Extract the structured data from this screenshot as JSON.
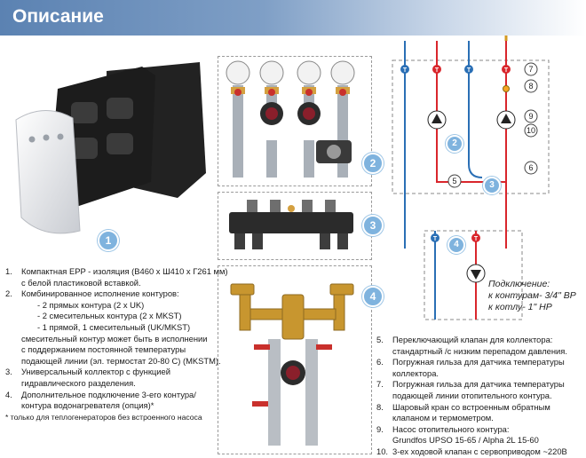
{
  "header": {
    "title": "Описание"
  },
  "badges": [
    "1",
    "2",
    "3",
    "4"
  ],
  "left_list": {
    "items": [
      {
        "num": "1.",
        "lines": [
          "Компактная EPP - изоляция (В460 х Ш410 х Г261 мм)",
          "с белой пластиковой вставкой."
        ]
      },
      {
        "num": "2.",
        "lines": [
          "Комбинированное исполнение контуров:"
        ],
        "sub": [
          "- 2 прямых контура (2 х UK)",
          "- 2 смесительных контура (2 х MKST)",
          "- 1 прямой, 1 смесительный (UK/MKST)"
        ],
        "cont": [
          "смесительный контур может быть в исполнении",
          "с поддержанием постоянной температуры",
          "подающей линии (эл. термостат 20-80 С) (MKSTM)."
        ]
      },
      {
        "num": "3.",
        "lines": [
          "Универсальный коллектор с функцией",
          "гидравлического разделения."
        ]
      },
      {
        "num": "4.",
        "lines": [
          "Дополнительное подключение 3-его контура/",
          "контура водонагревателя (опция)*"
        ]
      }
    ],
    "footnote": "* только для теплогенераторов без встроенного насоса"
  },
  "right_list": {
    "items": [
      {
        "num": "5.",
        "lines": [
          "Переключающий клапан для коллектора:",
          "стандартный /с низким перепадом давления."
        ]
      },
      {
        "num": "6.",
        "lines": [
          "Погружная гильза для датчика температуры",
          "коллектора."
        ]
      },
      {
        "num": "7.",
        "lines": [
          "Погружная гильза для датчика температуры",
          "подающей линии отопительного контура."
        ]
      },
      {
        "num": "8.",
        "lines": [
          "Шаровый кран со встроенным обратным",
          "клапаном и термометром."
        ]
      },
      {
        "num": "9.",
        "lines": [
          "Насос отопительного контура:",
          "Grundfos UPSO 15-65 / Alpha 2L 15-60"
        ]
      },
      {
        "num": "10.",
        "lines": [
          "3-ех ходовой клапан с сервоприводом ~220В"
        ]
      }
    ]
  },
  "connection": {
    "title": "Подключение:",
    "line1": "к контурам- 3/4\" ВР",
    "line2": "к котлу- 1\" НР"
  },
  "diagram": {
    "callouts": [
      "7",
      "8",
      "9",
      "10",
      "6",
      "5"
    ],
    "flow_badges": [
      "2",
      "3",
      "4"
    ],
    "sensor_letter": "T",
    "colors": {
      "supply": "#d9262c",
      "return": "#2a6fb5",
      "badge": "#7fb3de"
    }
  }
}
